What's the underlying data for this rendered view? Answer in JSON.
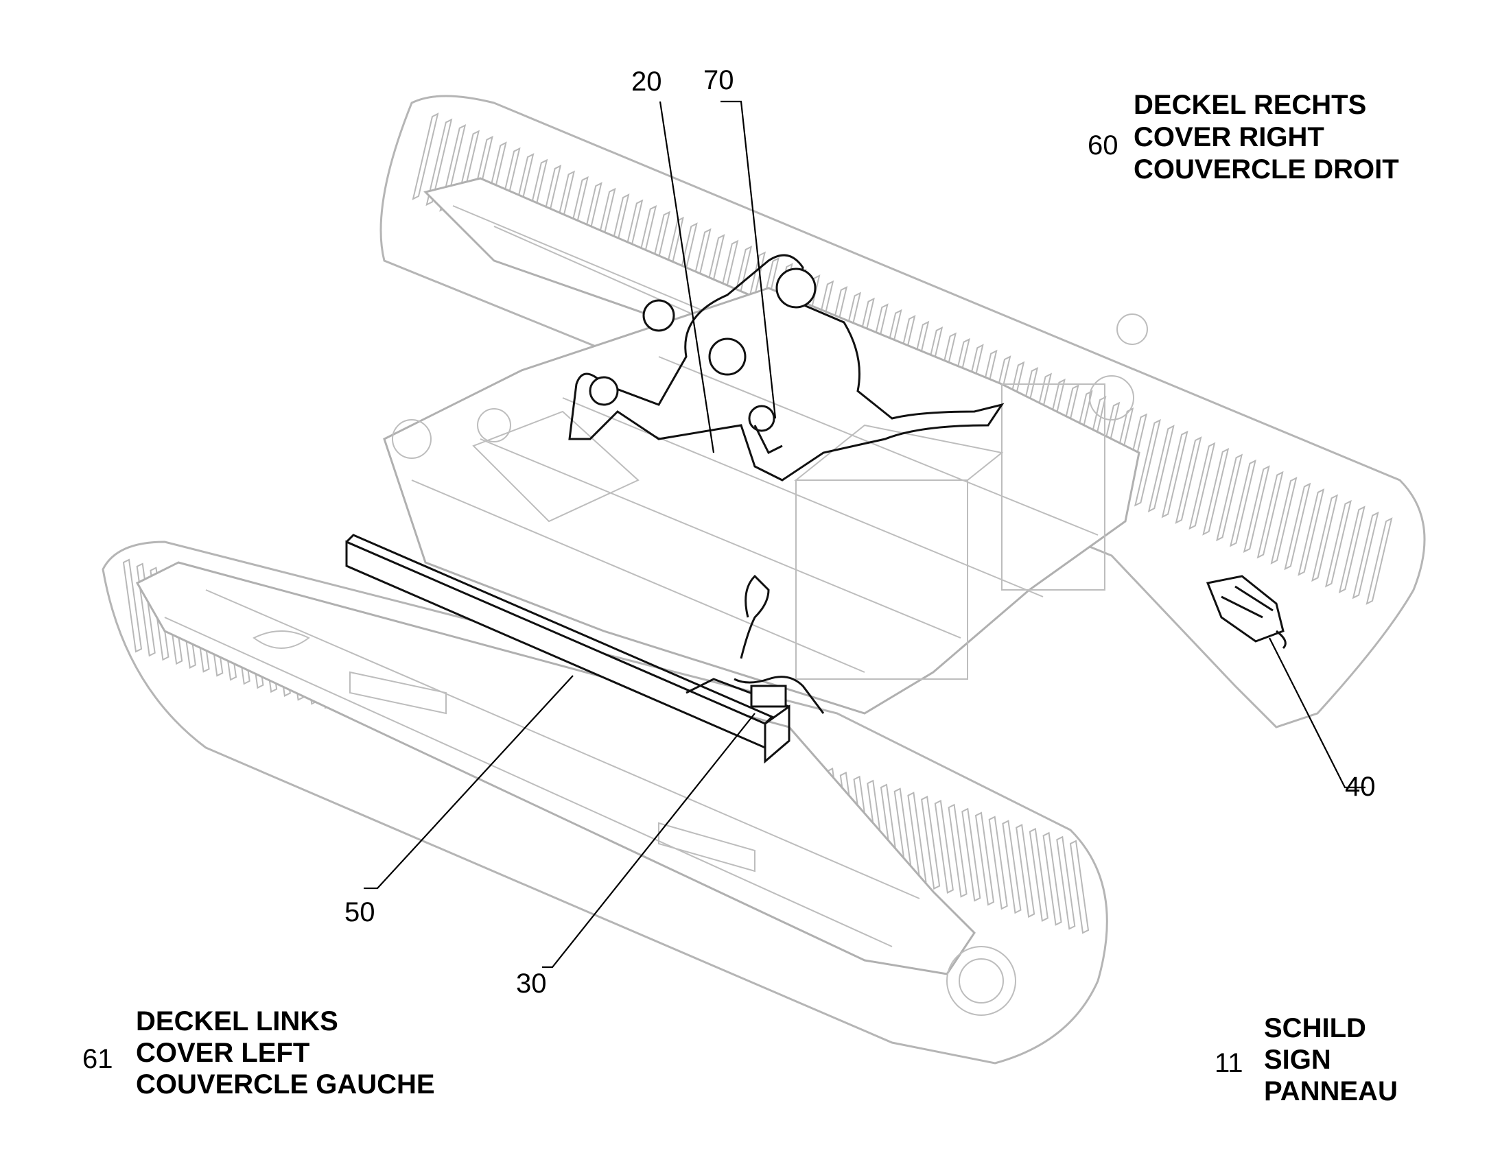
{
  "callouts": {
    "c20": "20",
    "c70": "70",
    "c40": "40",
    "c50": "50",
    "c30": "30"
  },
  "labels": {
    "cover_right": {
      "number": "60",
      "line1": "DECKEL RECHTS",
      "line2": "COVER RIGHT",
      "line3": "COUVERCLE DROIT"
    },
    "cover_left": {
      "number": "61",
      "line1": "DECKEL LINKS",
      "line2": "COVER LEFT",
      "line3": "COUVERCLE GAUCHE"
    },
    "sign": {
      "number": "11",
      "line1": "SCHILD",
      "line2": "SIGN",
      "line3": "PANNEAU"
    }
  },
  "colors": {
    "line_art": "#b0b0b0",
    "highlight": "#111111",
    "text": "#000000",
    "background": "#ffffff"
  }
}
